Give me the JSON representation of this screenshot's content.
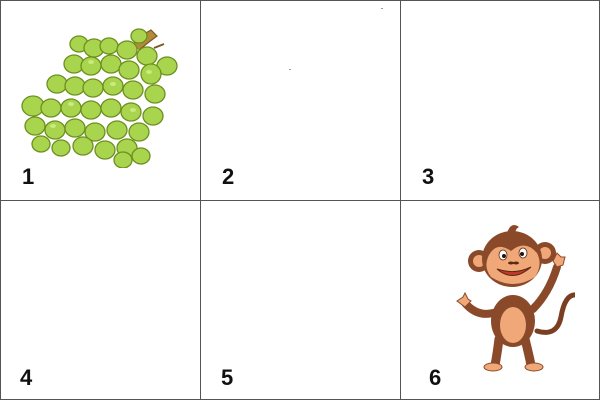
{
  "board": {
    "cells": [
      {
        "number": "1",
        "picture": "grapes-icon"
      },
      {
        "number": "2",
        "picture": ""
      },
      {
        "number": "3",
        "picture": ""
      },
      {
        "number": "4",
        "picture": ""
      },
      {
        "number": "5",
        "picture": ""
      },
      {
        "number": "6",
        "picture": "monkey-icon"
      }
    ],
    "colors": {
      "grid_line": "#555555",
      "grape_green": "#a3d34a",
      "monkey_brown": "#8a4a2a",
      "monkey_face": "#f0a878"
    }
  }
}
